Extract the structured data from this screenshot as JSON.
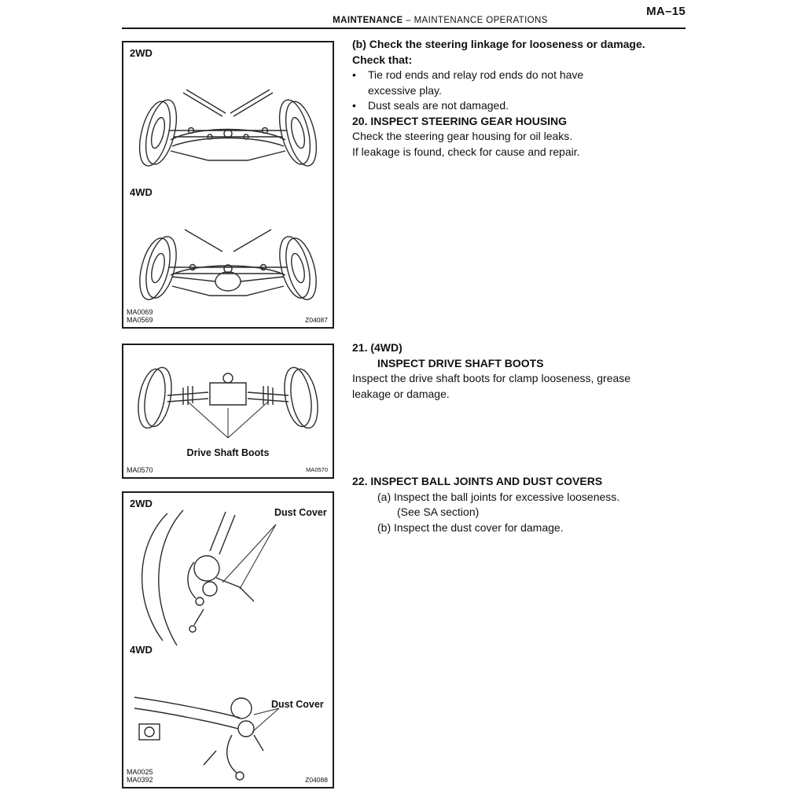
{
  "page": {
    "number": "MA–15",
    "header_bold": "MAINTENANCE",
    "header_sep": "–",
    "header_rest": "MAINTENANCE OPERATIONS"
  },
  "bullet_char": "•",
  "sections": {
    "b_title": "(b) Check the steering linkage for looseness or damage.",
    "check_that": "Check that:",
    "bullets": [
      "Tie rod ends and relay rod ends do not have excessive play.",
      "Dust seals are not damaged."
    ],
    "s20_title": "20. INSPECT STEERING GEAR HOUSING",
    "s20_line1": "Check the steering gear housing for oil leaks.",
    "s20_line2": "If leakage is found, check for cause and repair.",
    "s21_num": "21. (4WD)",
    "s21_title": "INSPECT DRIVE SHAFT BOOTS",
    "s21_body": "Inspect the drive shaft boots for clamp looseness, grease leakage or damage.",
    "s22_title": "22. INSPECT BALL JOINTS AND DUST COVERS",
    "s22_a": "(a) Inspect the ball joints for excessive looseness.",
    "s22_see": "(See SA section)",
    "s22_b": "(b) Inspect the dust cover for damage."
  },
  "fig1": {
    "label_2wd": "2WD",
    "label_4wd": "4WD",
    "code1": "MA0069",
    "code2": "MA0569",
    "code_right": "Z04087"
  },
  "fig2": {
    "caption": "Drive Shaft Boots",
    "code_left": "MA0570",
    "code_right": "MA0570"
  },
  "fig3": {
    "label_2wd": "2WD",
    "label_4wd": "4WD",
    "callout1": "Dust Cover",
    "callout2": "Dust  Cover",
    "code1": "MA0025",
    "code2": "MA0392",
    "code_right": "Z04088"
  }
}
